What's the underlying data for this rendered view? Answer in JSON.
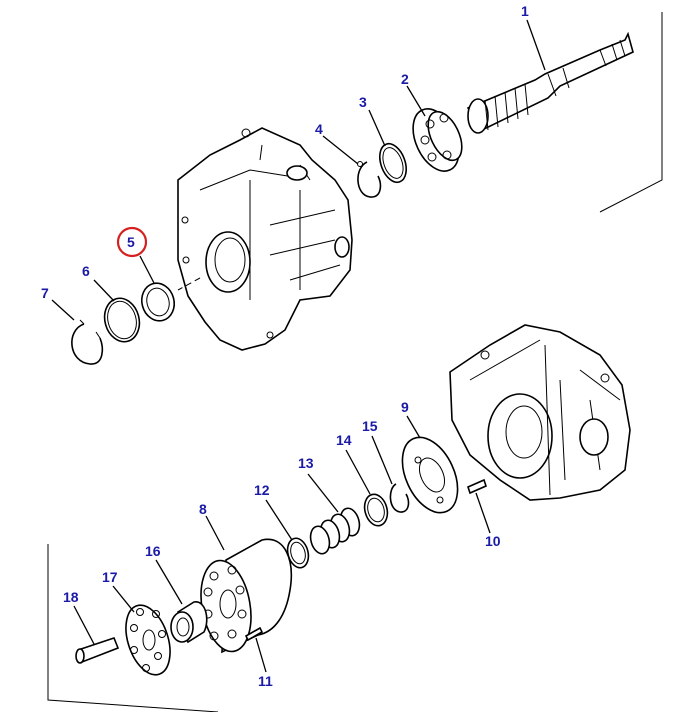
{
  "diagram": {
    "callouts": [
      {
        "id": "c1",
        "label": "1"
      },
      {
        "id": "c2",
        "label": "2"
      },
      {
        "id": "c3",
        "label": "3"
      },
      {
        "id": "c4",
        "label": "4"
      },
      {
        "id": "c5",
        "label": "5",
        "highlighted": true
      },
      {
        "id": "c6",
        "label": "6"
      },
      {
        "id": "c7",
        "label": "7"
      },
      {
        "id": "c8",
        "label": "8"
      },
      {
        "id": "c9",
        "label": "9"
      },
      {
        "id": "c10",
        "label": "10"
      },
      {
        "id": "c11",
        "label": "11"
      },
      {
        "id": "c12",
        "label": "12"
      },
      {
        "id": "c13",
        "label": "13"
      },
      {
        "id": "c14",
        "label": "14"
      },
      {
        "id": "c15",
        "label": "15"
      },
      {
        "id": "c16",
        "label": "16"
      },
      {
        "id": "c17",
        "label": "17"
      },
      {
        "id": "c18",
        "label": "18"
      }
    ],
    "colors": {
      "callout_text": "#1a1aa6",
      "highlight_ring": "#d62020",
      "line": "#000000"
    }
  }
}
